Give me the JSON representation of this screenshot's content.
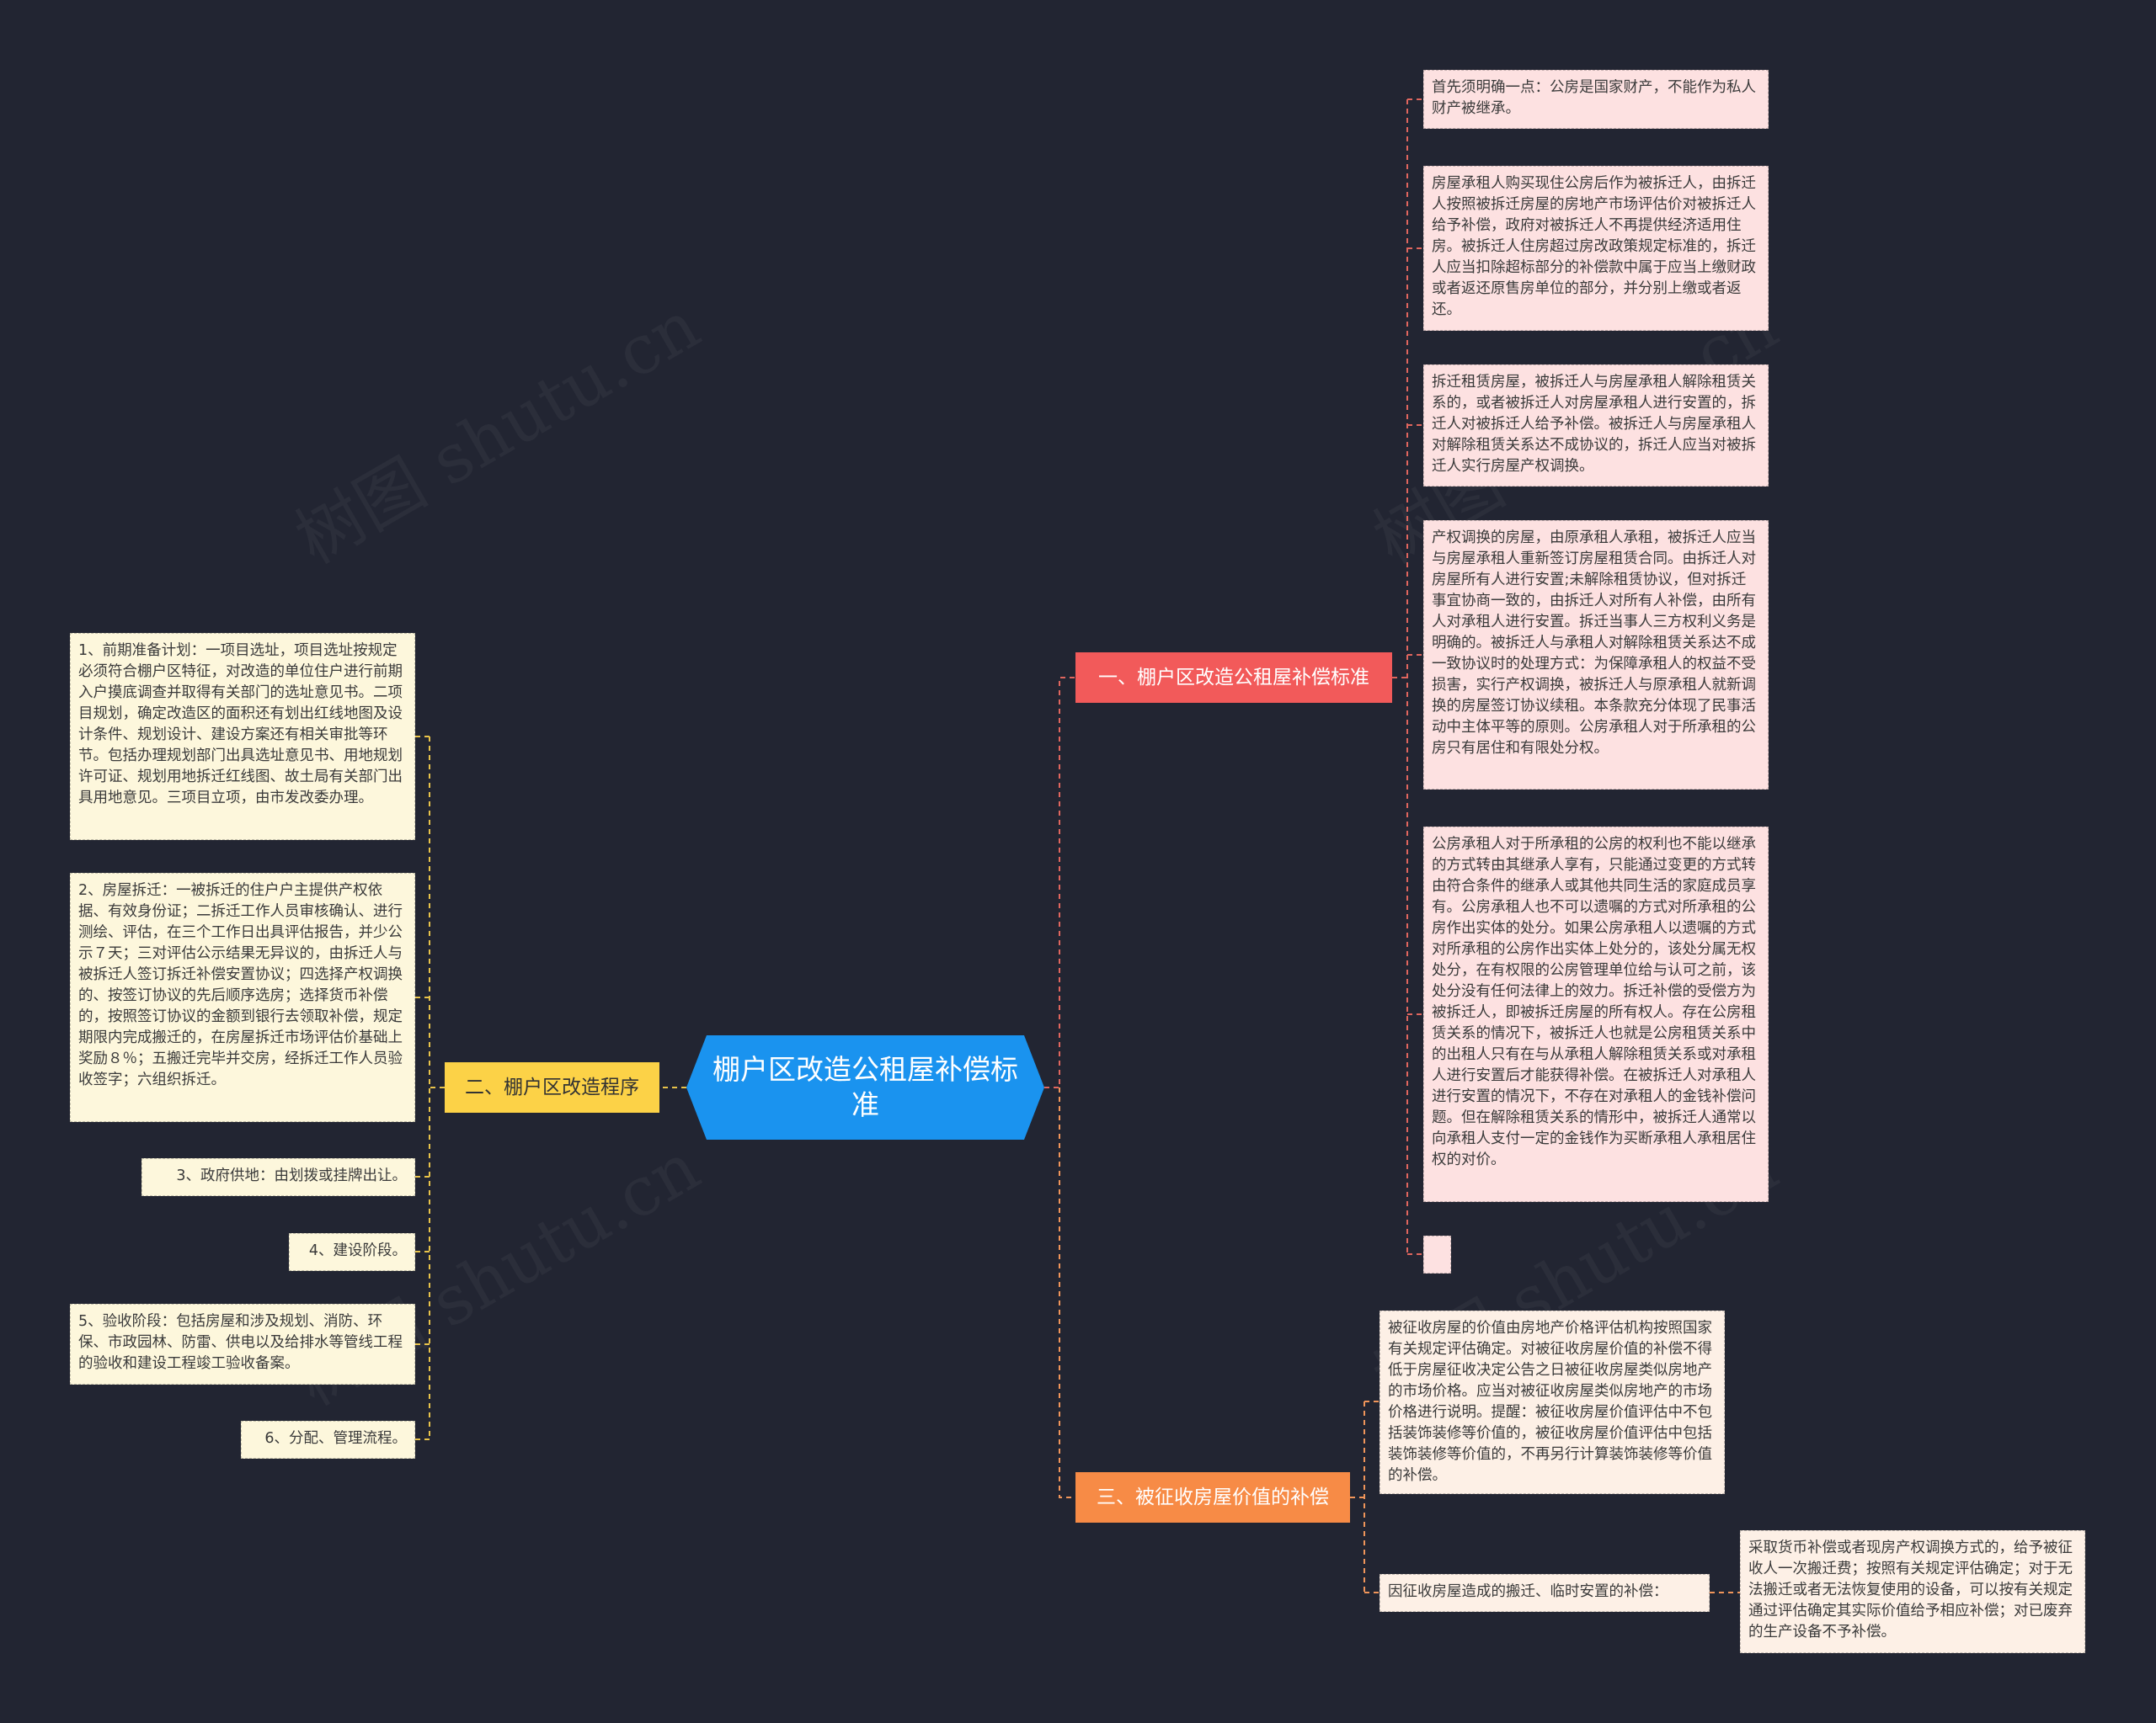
{
  "colors": {
    "background": "#222532",
    "root": "#1a93ef",
    "branch_1": "#f25a5a",
    "branch_2": "#fcd247",
    "branch_3": "#f78b46",
    "leaf_pink": "#fde1e1",
    "leaf_yellow": "#fdf7dc",
    "leaf_cream": "#fdf0e6",
    "connector_red": "#e0665e",
    "connector_yellow": "#e8c34a",
    "connector_orange": "#f0955a"
  },
  "watermark": "树图 shutu.cn",
  "root": {
    "title": "棚户区改造公租屋补偿标准"
  },
  "branch1": {
    "label": "一、棚户区改造公租屋补偿标准",
    "items": [
      "首先须明确一点：公房是国家财产，不能作为私人财产被继承。",
      "房屋承租人购买现住公房后作为被拆迁人，由拆迁人按照被拆迁房屋的房地产市场评估价对被拆迁人给予补偿，政府对被拆迁人不再提供经济适用住房。被拆迁人住房超过房改政策规定标准的，拆迁人应当扣除超标部分的补偿款中属于应当上缴财政或者返还原售房单位的部分，并分别上缴或者返还。",
      "拆迁租赁房屋，被拆迁人与房屋承租人解除租赁关系的，或者被拆迁人对房屋承租人进行安置的，拆迁人对被拆迁人给予补偿。被拆迁人与房屋承租人对解除租赁关系达不成协议的，拆迁人应当对被拆迁人实行房屋产权调换。",
      "产权调换的房屋，由原承租人承租，被拆迁人应当与房屋承租人重新签订房屋租赁合同。由拆迁人对房屋所有人进行安置;未解除租赁协议，但对拆迁事宜协商一致的，由拆迁人对所有人补偿，由所有人对承租人进行安置。拆迁当事人三方权利义务是明确的。被拆迁人与承租人对解除租赁关系达不成一致协议时的处理方式：为保障承租人的权益不受损害，实行产权调换，被拆迁人与原承租人就新调换的房屋签订协议续租。本条款充分体现了民事活动中主体平等的原则。公房承租人对于所承租的公房只有居住和有限处分权。",
      "公房承租人对于所承租的公房的权利也不能以继承的方式转由其继承人享有，只能通过变更的方式转由符合条件的继承人或其他共同生活的家庭成员享有。公房承租人也不可以遗嘱的方式对所承租的公房作出实体的处分。如果公房承租人以遗嘱的方式对所承租的公房作出实体上处分的，该处分属无权处分，在有权限的公房管理单位给与认可之前，该处分没有任何法律上的效力。拆迁补偿的受偿方为被拆迁人，即被拆迁房屋的所有权人。存在公房租赁关系的情况下，被拆迁人也就是公房租赁关系中的出租人只有在与从承租人解除租赁关系或对承租人进行安置后才能获得补偿。在被拆迁人对承租人进行安置的情况下，不存在对承租人的金钱补偿问题。但在解除租赁关系的情形中，被拆迁人通常以向承租人支付一定的金钱作为买断承租人承租居住权的对价。",
      ""
    ]
  },
  "branch2": {
    "label": "二、棚户区改造程序",
    "items": [
      "1、前期准备计划：一项目选址，项目选址按规定必须符合棚户区特征，对改造的单位住户进行前期入户摸底调查并取得有关部门的选址意见书。二项目规划，确定改造区的面积还有划出红线地图及设计条件、规划设计、建设方案还有相关审批等环节。包括办理规划部门出具选址意见书、用地规划许可证、规划用地拆迁红线图、故土局有关部门出具用地意见。三项目立项，由市发改委办理。",
      "2、房屋拆迁：一被拆迁的住户户主提供产权依据、有效身份证；二拆迁工作人员审核确认、进行测绘、评估，在三个工作日出具评估报告，并少公示７天；三对评估公示结果无异议的，由拆迁人与被拆迁人签订拆迁补偿安置协议；四选择产权调换的、按签订协议的先后顺序选房；选择货币补偿的，按照签订协议的金额到银行去领取补偿，规定期限内完成搬迁的，在房屋拆迁市场评估价基础上奖励８％；五搬迁完毕并交房，经拆迁工作人员验收签字；六组织拆迁。",
      "3、政府供地：由划拨或挂牌出让。",
      "4、建设阶段。",
      "5、验收阶段：包括房屋和涉及规划、消防、环保、市政园林、防雷、供电以及给排水等管线工程的验收和建设工程竣工验收备案。",
      "6、分配、管理流程。"
    ]
  },
  "branch3": {
    "label": "三、被征收房屋价值的补偿",
    "items": [
      "被征收房屋的价值由房地产价格评估机构按照国家有关规定评估确定。对被征收房屋价值的补偿不得低于房屋征收决定公告之日被征收房屋类似房地产的市场价格。应当对被征收房屋类似房地产的市场价格进行说明。提醒：被征收房屋价值评估中不包括装饰装修等价值的，被征收房屋价值评估中包括装饰装修等价值的，不再另行计算装饰装修等价值的补偿。",
      "因征收房屋造成的搬迁、临时安置的补偿："
    ],
    "subitem": "采取货币补偿或者现房产权调换方式的，给予被征收人一次搬迁费；按照有关规定评估确定；对于无法搬迁或者无法恢复使用的设备，可以按有关规定通过评估确定其实际价值给予相应补偿；对已废弃的生产设备不予补偿。"
  }
}
